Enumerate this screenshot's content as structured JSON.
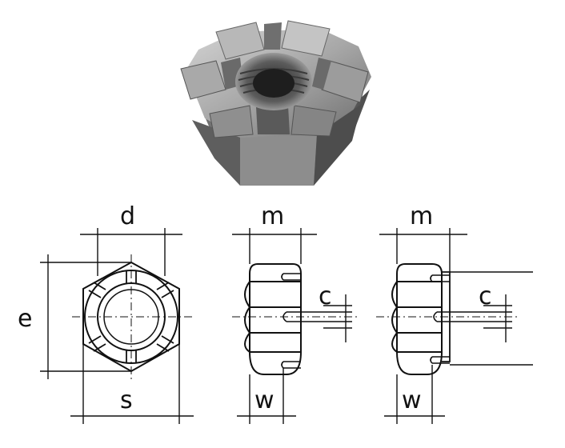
{
  "labels": {
    "front_d": "d",
    "front_e": "e",
    "front_s": "s",
    "side1_m": "m",
    "side1_c": "c",
    "side1_w": "w",
    "side2_m": "m",
    "side2_c": "c",
    "side2_w": "w"
  },
  "colors": {
    "ink": "#111111",
    "metal_light": "#c9c9c9",
    "metal_mid": "#8a8a8a",
    "metal_dark": "#3c3c3c"
  }
}
